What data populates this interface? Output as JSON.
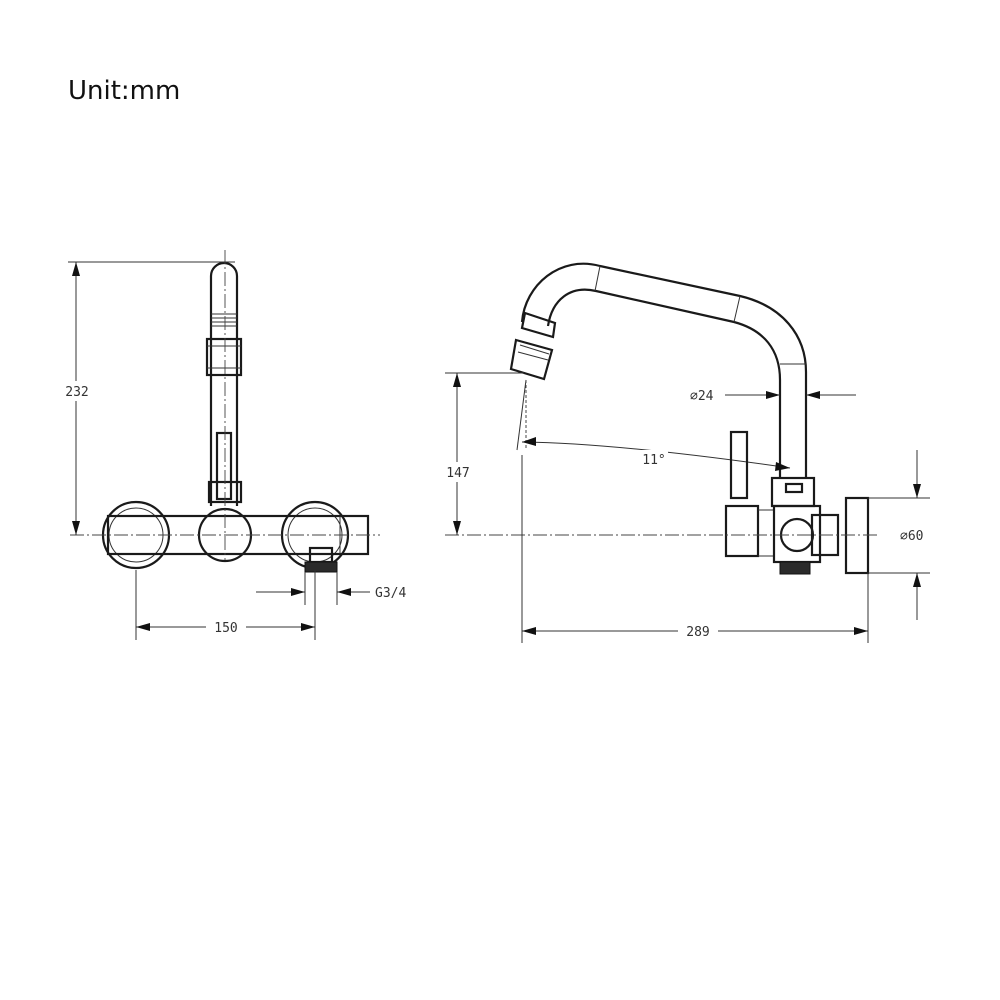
{
  "header": {
    "unit_label": "Unit:mm"
  },
  "dimensions": {
    "front_height": "232",
    "front_spacing": "150",
    "front_thread": "G3/4",
    "side_outlet_height": "147",
    "side_depth": "289",
    "side_pipe_diameter": "⌀24",
    "side_rosette_diameter": "⌀60",
    "side_swing_angle": "11°"
  }
}
